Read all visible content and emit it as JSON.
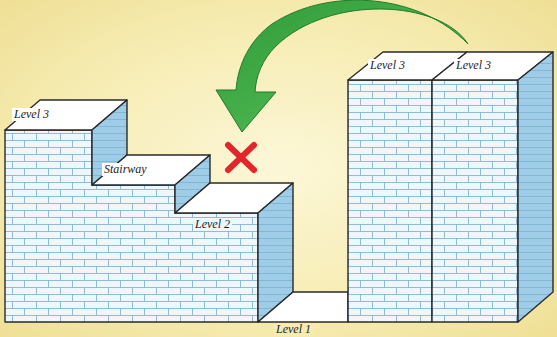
{
  "diagram": {
    "labels": [
      "Level 3",
      "Stairway",
      "Level 2",
      "Level 1",
      "Level 3",
      "Level 3"
    ]
  }
}
